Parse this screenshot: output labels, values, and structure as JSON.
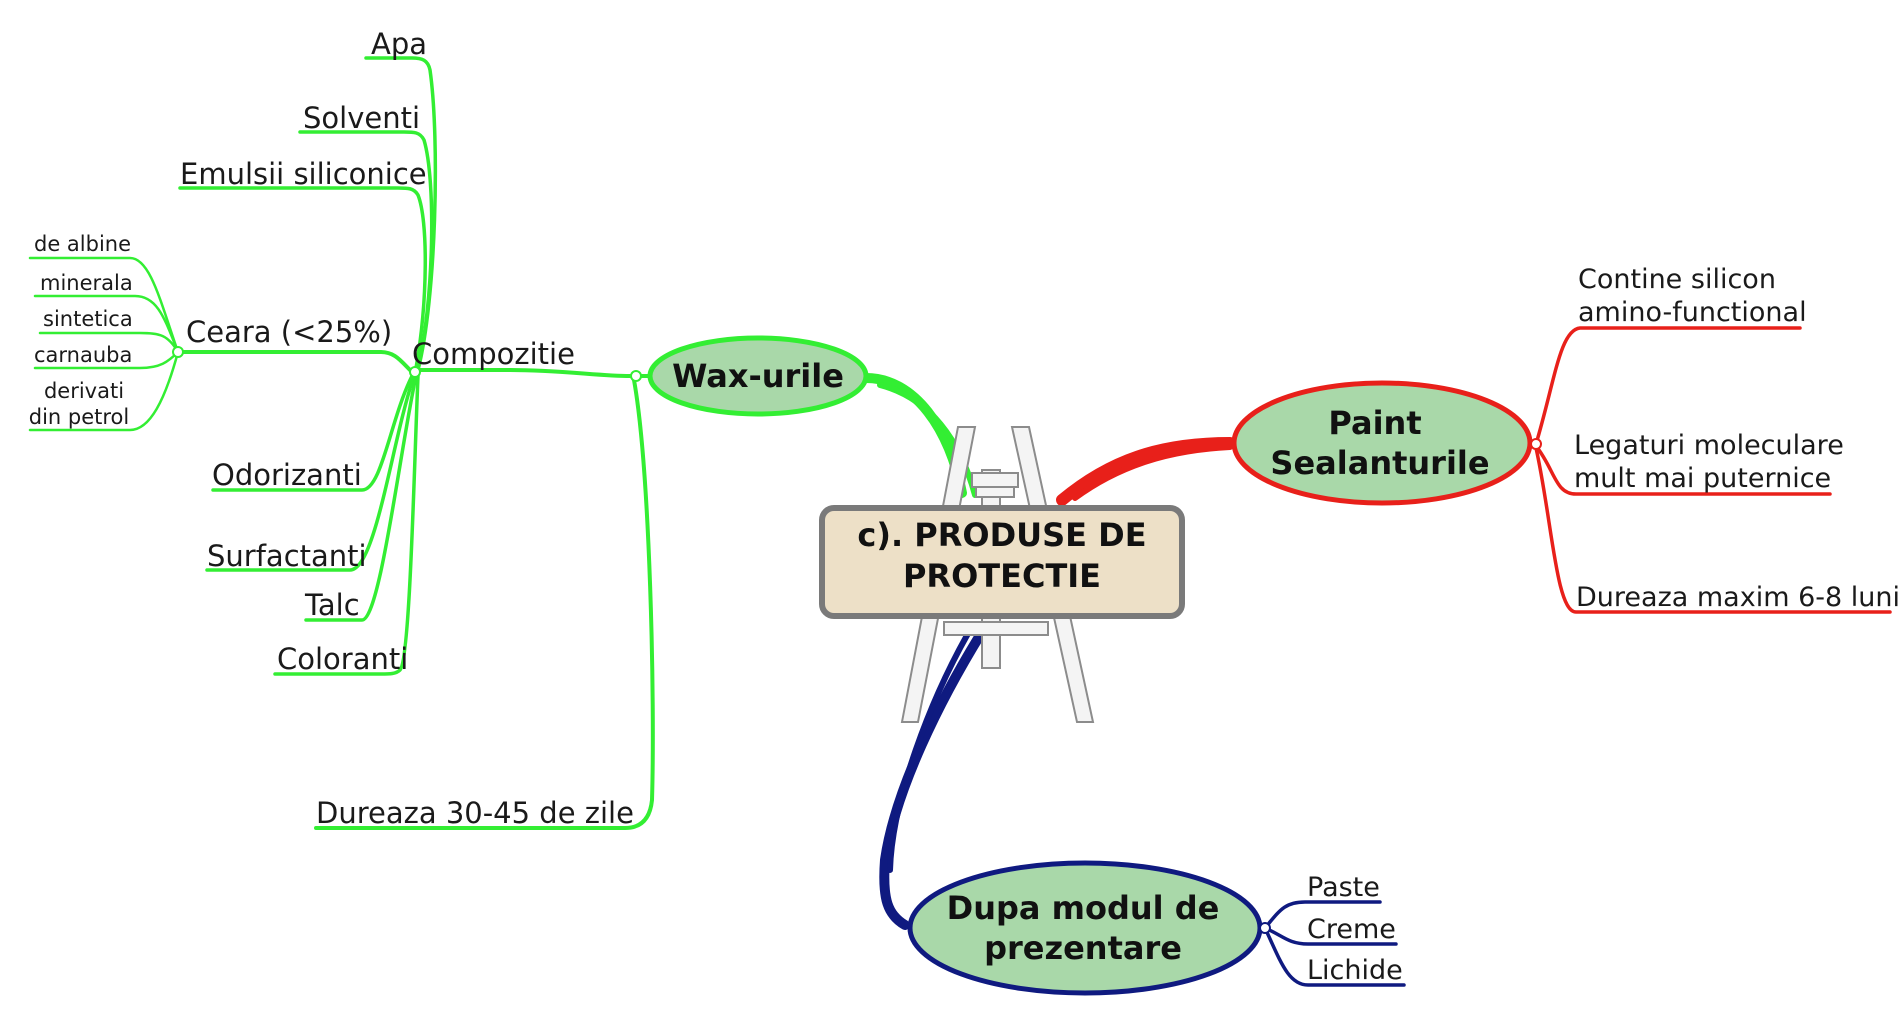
{
  "colors": {
    "green": "#33ee33",
    "red": "#e8201a",
    "navy": "#0f1a80",
    "topic_fill": "#a9d8a9",
    "central_fill": "#ede0c7",
    "central_border": "#7a7a7a"
  },
  "central": {
    "line1": "c). PRODUSE DE",
    "line2": "PROTECTIE",
    "icon": "easel-icon"
  },
  "wax": {
    "title": "Wax-urile",
    "compozitie": "Compozitie",
    "ingredients": {
      "apa": "Apa",
      "solventi": "Solventi",
      "emulsii": "Emulsii siliconice",
      "odorizanti": "Odorizanti",
      "surfactanti": "Surfactanti",
      "talc": "Talc",
      "coloranti": "Coloranti"
    },
    "ceara": {
      "label": "Ceara (<25%)",
      "types": {
        "albine": "de albine",
        "minerala": "minerala",
        "sintetica": "sintetica",
        "carnauba": "carnauba",
        "derivati1": "derivati",
        "derivati2": "din petrol"
      }
    },
    "durata": "Dureaza 30-45 de zile"
  },
  "paint": {
    "title1": "Paint",
    "title2": "Sealanturile",
    "items": {
      "silicon1": "Contine silicon",
      "silicon2": "amino-functional",
      "legaturi1": "Legaturi moleculare",
      "legaturi2": "mult mai puternice",
      "durata": "Dureaza maxim 6-8 luni"
    }
  },
  "dupa": {
    "title1": "Dupa modul de",
    "title2": "prezentare",
    "items": {
      "paste": "Paste",
      "creme": "Creme",
      "lichide": "Lichide"
    }
  }
}
